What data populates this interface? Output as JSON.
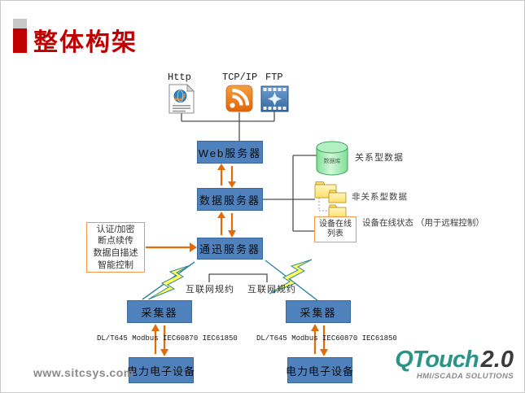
{
  "header": {
    "title": "整体构架"
  },
  "top_protocols": {
    "http": "Http",
    "tcpip": "TCP/IP",
    "ftp": "FTP"
  },
  "servers": {
    "web": "Web服务器",
    "data": "数据服务器",
    "comm": "通迅服务器"
  },
  "right_panel": {
    "db_icon_label": "数据库",
    "relational_label": "关系型数据",
    "non_relational_label": "非关系型数据",
    "online_list_box": [
      "设备在线",
      "列表"
    ],
    "online_status_note": [
      "设备在线状态",
      "（用于远程控制）"
    ]
  },
  "features_box": {
    "lines": [
      "认证/加密",
      "断点续传",
      "数据自描述",
      "智能控制"
    ]
  },
  "network": {
    "left_label": "互联网规约",
    "right_label": "互联网规约"
  },
  "collectors": {
    "left": "采集器",
    "right": "采集器"
  },
  "field_protocols": "DL/T645 Modbus IEC60870 IEC61850",
  "devices": {
    "left": "电力电子设备",
    "right": "电力电子设备"
  },
  "footer": {
    "website": "www.sitcsys.com",
    "logo_brand": "QTouch",
    "logo_version": "2.0",
    "logo_tagline": "HMI/SCADA SOLUTIONS"
  },
  "colors": {
    "box_blue": "#4f81bd",
    "arrow_orange": "#e36c09",
    "accent_orange": "#f79646",
    "title_red": "#c00000",
    "logo_teal": "#2a9486",
    "connector_gray": "#4d4d4d"
  }
}
